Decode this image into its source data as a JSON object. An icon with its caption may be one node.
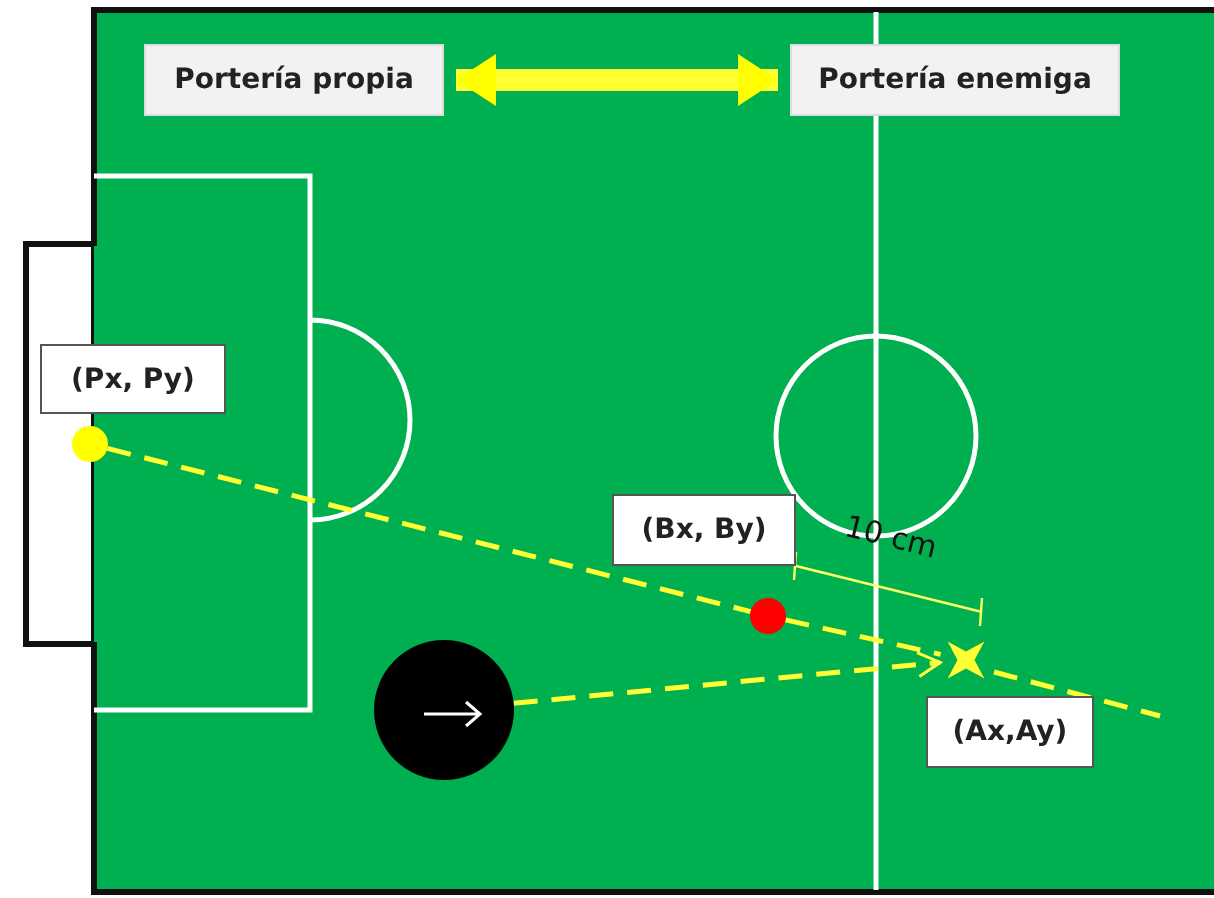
{
  "diagram": {
    "nodes": [
      {
        "text": [
          "Portería propia"
        ]
      },
      {
        "text": [
          "Portería enemiga"
        ]
      },
      {
        "text": [
          "(Px, Py)"
        ]
      },
      {
        "text": [
          "(Bx, By)"
        ]
      },
      {
        "text": [
          "(Ax,Ay)"
        ]
      },
      {
        "text": [],
        "shape": "circle"
      },
      {
        "text": [],
        "shape": "circle"
      },
      {
        "text": [],
        "shape": "cross"
      },
      {
        "text": [],
        "shape": "circle"
      }
    ],
    "edges": [
      {
        "from": 0,
        "to": 1,
        "arrow": "both",
        "style": "thick"
      },
      {
        "from": 5,
        "to": 6,
        "arrow": "none",
        "style": "dashed"
      },
      {
        "from": 6,
        "to": 7,
        "arrow": "none",
        "style": "dashed"
      },
      {
        "from": 8,
        "to": 7,
        "arrow": "to",
        "style": "dashed"
      }
    ],
    "labels": [
      "10 cm"
    ]
  }
}
